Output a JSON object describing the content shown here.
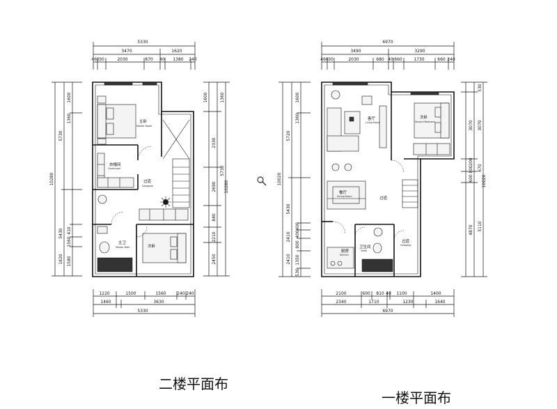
{
  "captions": {
    "second_floor": "二楼平面布",
    "first_floor": "一楼平面布"
  },
  "plan2": {
    "top_total": "5330",
    "top_mid": [
      "3470",
      "1620"
    ],
    "top_detail": [
      "460",
      "30",
      "2030",
      "870",
      "40",
      "1380",
      "240"
    ],
    "bottom_detail": [
      "1220",
      "1500",
      "1560",
      "240",
      "240"
    ],
    "bottom_mid": [
      "1460",
      "3630"
    ],
    "bottom_total": "5330",
    "left_outer": "10280",
    "left_mid": [
      "5730",
      "5430"
    ],
    "left_detail": [
      "1600",
      "1360",
      "410",
      "1560",
      "1820",
      "1580"
    ],
    "right_mid": [
      "2330",
      "2690",
      "840",
      "2210",
      "2450"
    ],
    "right_outer": [
      "1600",
      "1360",
      "5730",
      "10280"
    ],
    "rooms": {
      "master_cn": "主卧",
      "master_en": "Master Room",
      "closet_cn": "衣帽间",
      "closet_en": "Cloakroom",
      "corridor_cn": "过道",
      "corridor_en": "Gangway",
      "bath_cn": "主卫",
      "bath_en": "Master Bath",
      "second_cn": "次卧",
      "second_en": ""
    }
  },
  "plan1": {
    "top_total": "6970",
    "top_mid": [
      "3490",
      "3290"
    ],
    "top_detail": [
      "460",
      "30",
      "2030",
      "680",
      "40",
      "660",
      "1730",
      "660",
      "240"
    ],
    "bottom_detail": [
      "2100",
      "600",
      "810",
      "40",
      "1100",
      "1400"
    ],
    "bottom_mid": [
      "2340",
      "1710",
      "1230",
      "1640"
    ],
    "bottom_total": "6970",
    "left_outer": "10020",
    "left_mid": [
      "5720",
      "5430",
      "2410"
    ],
    "left_detail": [
      "1600",
      "1360",
      "400",
      "400",
      "800",
      "1350",
      "2410",
      "530"
    ],
    "right_mid": [
      "3070",
      "5110",
      "4870",
      "10020"
    ],
    "right_detail": [
      "530",
      "200",
      "670",
      "800",
      "600"
    ],
    "rooms": {
      "living_cn": "客厅",
      "living_en": "Living Room",
      "second_cn": "次卧",
      "second_en": "Second Bedroom",
      "dining_cn": "餐厅",
      "dining_en": "Dining Room",
      "corridor_cn": "过道",
      "corridor_en": "",
      "kitchen_cn": "厨房",
      "kitchen_en": "Kitchen",
      "toilet_cn": "卫生间",
      "toilet_en": "Toilet",
      "gangway_cn": "过道",
      "gangway_en": "Gangway"
    }
  },
  "icons": {
    "zoom": "magnifier-icon"
  }
}
